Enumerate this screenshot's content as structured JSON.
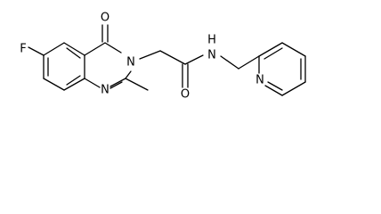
{
  "atoms": {
    "fluorine": "F",
    "keto_oxygen": "O",
    "ring_n3": "N",
    "ring_n1": "N",
    "amide_oxygen": "O",
    "amide_nh": "N",
    "amide_h": "H",
    "pyridine_n": "N"
  }
}
